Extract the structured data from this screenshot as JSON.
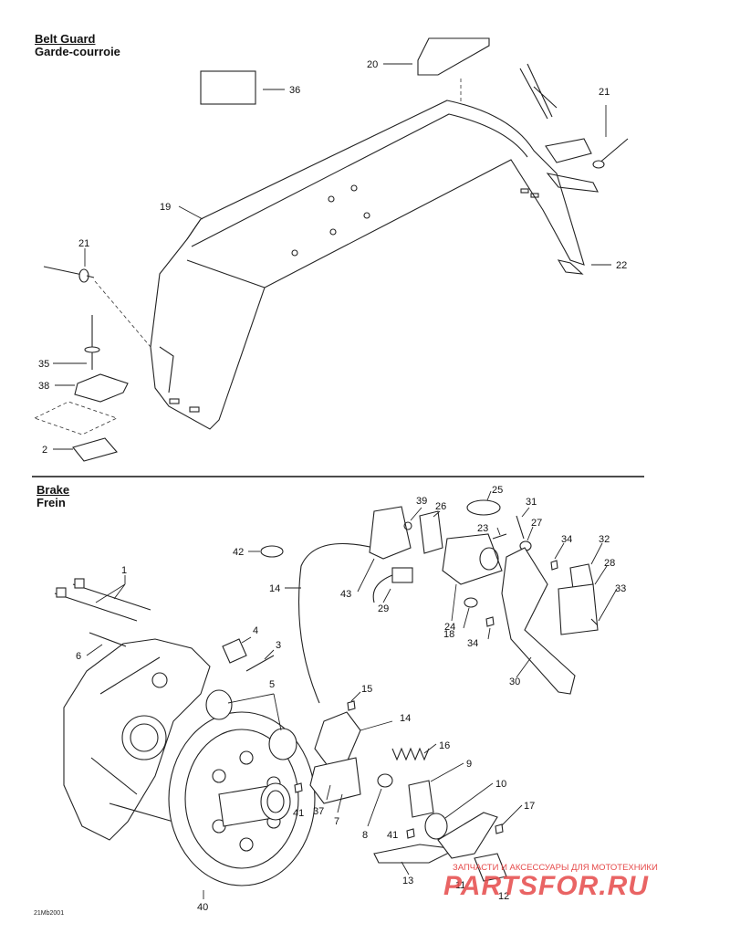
{
  "sections": {
    "belt_guard": {
      "title_en": "Belt Guard",
      "title_fr": "Garde-courroie"
    },
    "brake": {
      "title_en": "Brake",
      "title_fr": "Frein"
    }
  },
  "callouts": {
    "belt_guard": [
      "36",
      "20",
      "21",
      "19",
      "21",
      "22",
      "35",
      "38",
      "2"
    ],
    "brake": [
      "1",
      "6",
      "4",
      "3",
      "5",
      "42",
      "14",
      "39",
      "26",
      "25",
      "31",
      "27",
      "23",
      "34",
      "32",
      "28",
      "43",
      "29",
      "24",
      "18",
      "34",
      "33",
      "30",
      "15",
      "14",
      "16",
      "9",
      "10",
      "17",
      "41",
      "37",
      "7",
      "8",
      "41",
      "13",
      "11",
      "12",
      "40"
    ]
  },
  "drawing_code": "21Mb2001",
  "watermark": {
    "subtitle": "ЗАПЧАСТИ И АКСЕССУАРЫ ДЛЯ МОТОТЕХНИКИ",
    "logo_text": "PARTSFOR.RU",
    "color": "#e64a4a"
  },
  "colors": {
    "ink": "#222222",
    "background": "#ffffff"
  }
}
